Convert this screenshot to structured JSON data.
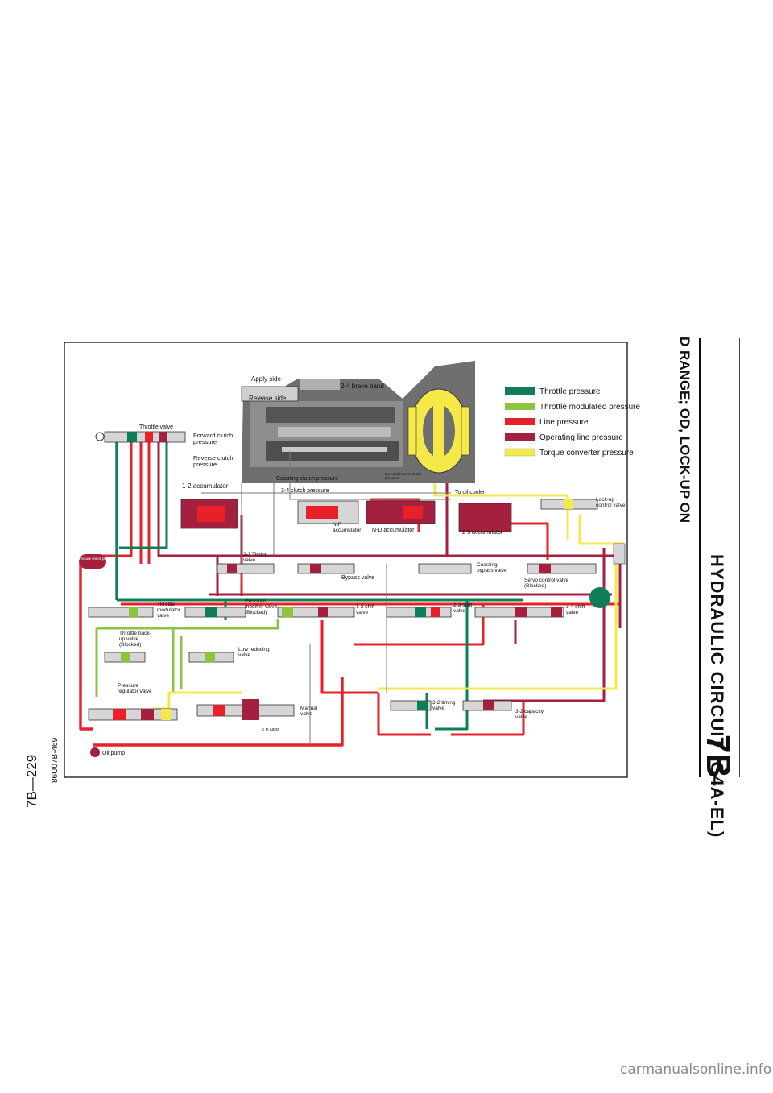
{
  "header": {
    "section_title": "HYDRAULIC CIRCUIT (G4A-EL)",
    "section_code": "7B",
    "mode_title": "D RANGE; OD, LOCK-UP ON"
  },
  "footer": {
    "page_number": "7B—229",
    "figure_code": "86U07B-469"
  },
  "legend": [
    {
      "label": "Throttle pressure",
      "color": "#0f7d58"
    },
    {
      "label": "Throttle modulated pressure",
      "color": "#8cc63f"
    },
    {
      "label": "Line pressure",
      "color": "#e8202a"
    },
    {
      "label": "Operating line pressure",
      "color": "#a3213f"
    },
    {
      "label": "Torque converter pressure",
      "color": "#f5e94a"
    }
  ],
  "labels": {
    "apply_side": "Apply side",
    "band": "2-4 brake band",
    "release_side": "Release side",
    "throttle_valve": "Throttle valve",
    "forward_clutch": "Forward clutch pressure",
    "reverse_clutch": "Reverse clutch pressure",
    "acc_12": "1-2 accumulator",
    "coasting_clutch": "Coasting clutch pressure",
    "low_reverse": "Low and reverse brake pressure",
    "clutch_34": "3-4 clutch pressure",
    "oil_cooler": "To oil cooler",
    "lockup_control": "Lock-up control valve",
    "nr_acc": "N-R accumulator",
    "nd_acc": "N-D accumulator",
    "acc_23": "2-3 accumulator",
    "pressure_check": "Pressure check port",
    "timing_23": "2-3 Timing valve",
    "bypass": "Bypass valve",
    "coasting_bypass": "Coasting bypass valve",
    "servo_control": "Servo control valve (Blocked)",
    "throttle_modulator": "Throttle modulator valve",
    "pressure_modifier": "Pressure modifier valve (Blocked)",
    "shift_12": "1-2 shift valve",
    "shift_23": "2-3 shift valve",
    "shift_34": "3-4 shift valve",
    "throttle_backup": "Throttle back-up valve (Blocked)",
    "low_reducing": "Low reducing valve",
    "pressure_regulator": "Pressure regulator valve",
    "manual": "Manual valve",
    "range": "L S D NRP",
    "timing_32": "3-2 timing valve",
    "capacity_32": "3-2 capacity valve",
    "oil_pump": "Oil pump"
  },
  "watermark": "carmanualsonline.info"
}
